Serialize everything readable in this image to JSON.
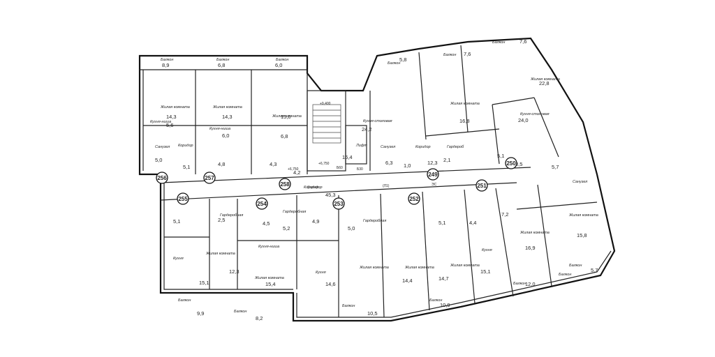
{
  "plan": {
    "room_labels": [
      {
        "text": "Балкон"
      },
      {
        "text": "Балкон"
      },
      {
        "text": "Балкон"
      },
      {
        "text": "Балкон"
      },
      {
        "text": "Балкон"
      },
      {
        "text": "Балкон"
      },
      {
        "text": "Балкон"
      },
      {
        "text": "Жилая комната"
      },
      {
        "text": "Жилая комната"
      },
      {
        "text": "Жилая комната"
      },
      {
        "text": "Кухня-ниша"
      },
      {
        "text": "Кухня-ниша"
      },
      {
        "text": "Кухня-столовая"
      },
      {
        "text": "Жилая комната"
      },
      {
        "text": "Жилая комната"
      },
      {
        "text": "Кухня-столовая"
      },
      {
        "text": "Коридор"
      },
      {
        "text": "Коридор"
      },
      {
        "text": "Коридор"
      },
      {
        "text": "Санузел"
      },
      {
        "text": "Санузел"
      },
      {
        "text": "Санузел"
      },
      {
        "text": "Гардероб"
      },
      {
        "text": "Кухня-ниша"
      },
      {
        "text": "Жилая комната"
      },
      {
        "text": "Кухня"
      },
      {
        "text": "Жилая комната"
      },
      {
        "text": "Кухня"
      },
      {
        "text": "Жилая комната"
      },
      {
        "text": "Жилая комната"
      },
      {
        "text": "Кухня"
      },
      {
        "text": "Жилая комната"
      },
      {
        "text": "Жилая комната"
      },
      {
        "text": "Жилая комната"
      },
      {
        "text": "Гардеробная"
      },
      {
        "text": "Гардеробная"
      },
      {
        "text": "Гардеробная"
      },
      {
        "text": "Балкон"
      },
      {
        "text": "Балкон"
      },
      {
        "text": "Балкон"
      },
      {
        "text": "Балкон"
      },
      {
        "text": "Балкон"
      },
      {
        "text": "Балкон"
      },
      {
        "text": "Лифт"
      },
      {
        "text": "Коридор"
      }
    ],
    "areas": [
      "8,9",
      "6,8",
      "6,0",
      "5,8",
      "7,6",
      "7,6",
      "14,3",
      "14,3",
      "15,0",
      "24,2",
      "16,8",
      "22,8",
      "24,0",
      "5,6",
      "6,0",
      "6,8",
      "5,0",
      "4,8",
      "4,3",
      "4,2",
      "5,1",
      "16,4",
      "6,3",
      "1,0",
      "12,3",
      "2,1",
      "5,1",
      "8,5",
      "5,7",
      "5,1",
      "2,5",
      "4,5",
      "5,2",
      "4,9",
      "45,3",
      "5,0",
      "5,1",
      "4,4",
      "7,2",
      "12,3",
      "15,4",
      "15,1",
      "14,6",
      "14,4",
      "14,7",
      "15,1",
      "16,9",
      "15,8",
      "9,9",
      "8,2",
      "10,5",
      "10,9",
      "12,0",
      "5,7"
    ],
    "apartments": [
      "249",
      "250",
      "251",
      "252",
      "253",
      "254",
      "255",
      "256",
      "257",
      "258"
    ],
    "tags": [
      "+6,750",
      "+6,750",
      "Б60",
      "Б30",
      "(Л1)",
      "ЭС",
      "+9,400"
    ]
  }
}
